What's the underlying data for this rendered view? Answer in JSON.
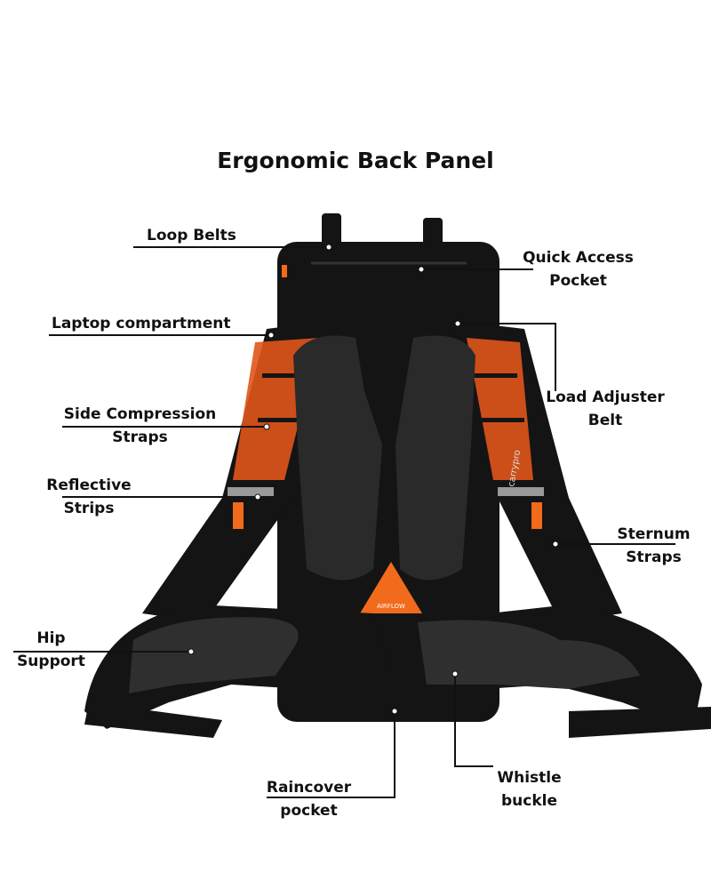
{
  "title": "Ergonomic Back Panel",
  "brand_logo_text": "carrypro",
  "airflow_badge_text": "AIRFLOW",
  "colors": {
    "accent": "#f26a1b",
    "bag": "#141414",
    "pad": "#2a2a2a",
    "text": "#111111"
  },
  "callouts": {
    "loop_belts": "Loop Belts",
    "quick_access_1": "Quick Access",
    "quick_access_2": "Pocket",
    "laptop": "Laptop compartment",
    "load_adjuster_1": "Load Adjuster",
    "load_adjuster_2": "Belt",
    "side_compression_1": "Side Compression",
    "side_compression_2": "Straps",
    "reflective_1": "Reflective",
    "reflective_2": "Strips",
    "sternum_1": "Sternum",
    "sternum_2": "Straps",
    "hip_1": "Hip",
    "hip_2": "Support",
    "raincover_1": "Raincover",
    "raincover_2": "pocket",
    "whistle_1": "Whistle",
    "whistle_2": "buckle"
  }
}
